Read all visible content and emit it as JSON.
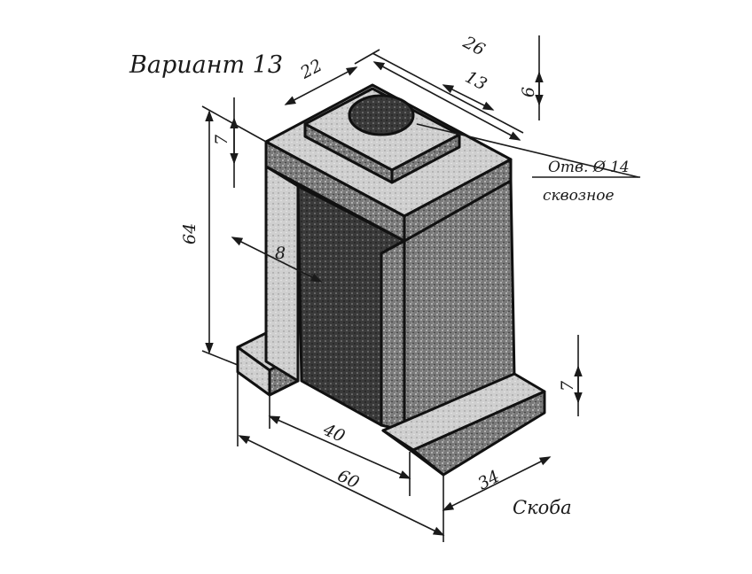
{
  "drawing": {
    "title": "Вариант 13",
    "caption": "Скоба",
    "hole_note_line1": "Отв. Ø 14",
    "hole_note_line2": "сквозное",
    "dimensions": {
      "top_width": "26",
      "top_depth": "22",
      "boss_width": "13",
      "boss_height": "6",
      "top_plate_height": "7",
      "overall_height": "64",
      "leg_thickness": "8",
      "foot_height": "7",
      "inner_length": "40",
      "overall_length": "60",
      "overall_depth": "34"
    }
  }
}
